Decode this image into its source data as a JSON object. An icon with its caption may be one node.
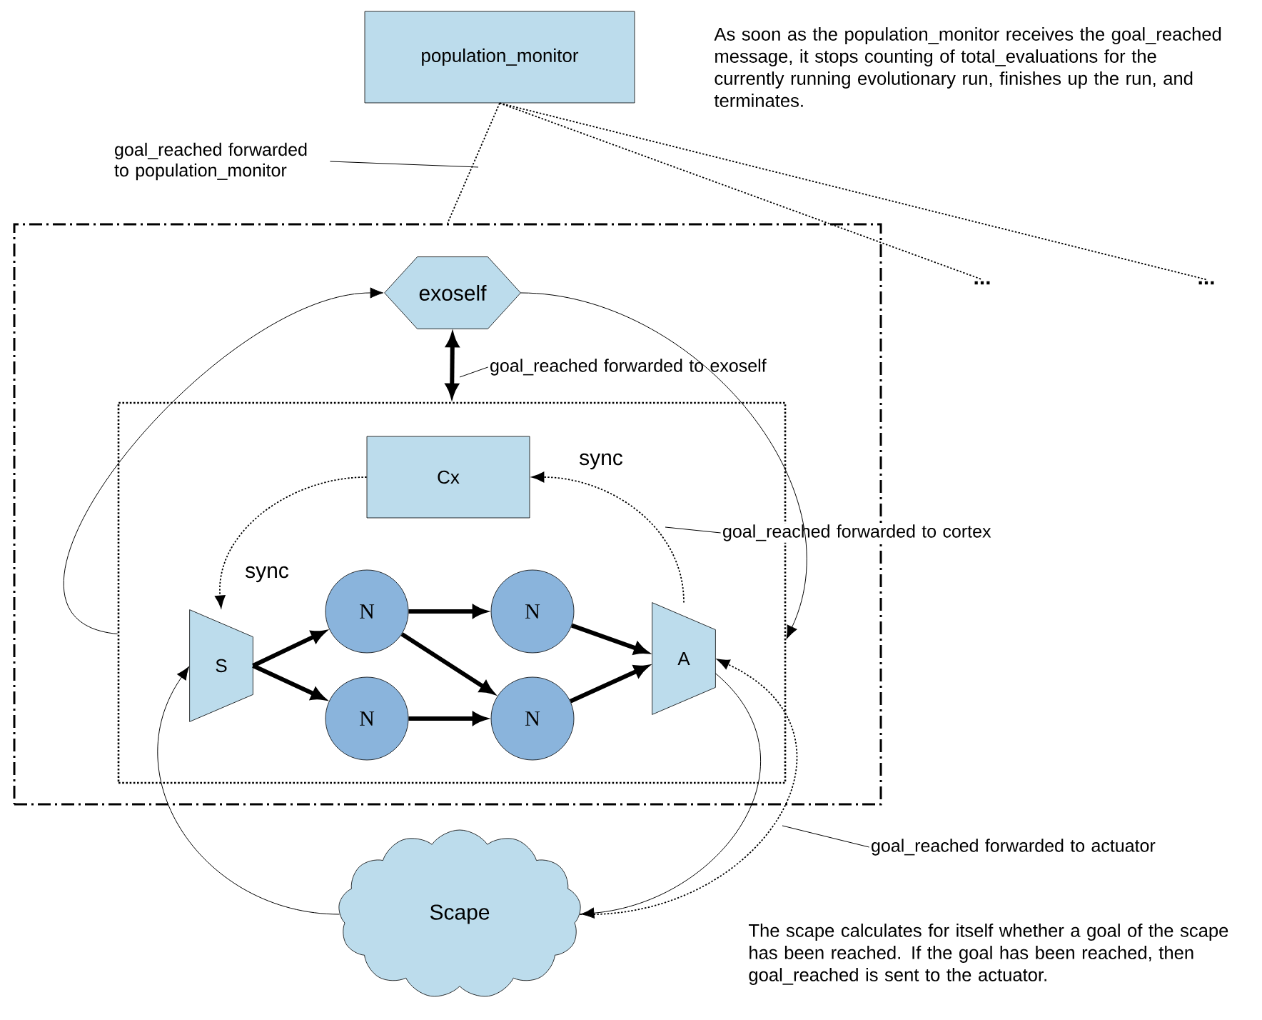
{
  "diagram": {
    "nodes": [
      {
        "text": [
          "population_monitor"
        ]
      },
      {
        "text": [],
        "shape": "box"
      },
      {
        "text": [
          "exoself"
        ],
        "in": 1
      },
      {
        "text": [],
        "shape": "box",
        "in": 1
      },
      {
        "text": [
          "Cx"
        ],
        "in": 3
      },
      {
        "text": [
          "S"
        ],
        "in": 3
      },
      {
        "text": [
          "N"
        ],
        "in": 3
      },
      {
        "text": [
          "N"
        ],
        "in": 3
      },
      {
        "text": [
          "N"
        ],
        "in": 3
      },
      {
        "text": [
          "N"
        ],
        "in": 3
      },
      {
        "text": [
          "A"
        ],
        "in": 3
      },
      {
        "text": [
          "Scape"
        ]
      },
      {
        "text": [
          "..."
        ]
      },
      {
        "text": [
          "..."
        ]
      },
      {
        "text": [
          "goal_reached forwarded to population_monitor"
        ]
      },
      {
        "text": [
          "goal_reached forwarded to exoself"
        ],
        "in": 1
      },
      {
        "text": [
          "goal_reached forwarded to cortex"
        ]
      },
      {
        "text": [
          "goal_reached forwarded to actuator"
        ]
      }
    ],
    "edges": [
      {
        "from": 0,
        "to": 1,
        "arrow": "none",
        "style": "dashed"
      },
      {
        "from": 0,
        "to": 12,
        "arrow": "none",
        "style": "dashed"
      },
      {
        "from": 0,
        "to": 13,
        "arrow": "none",
        "style": "dashed"
      },
      {
        "from": 3,
        "to": 2,
        "arrow": "to"
      },
      {
        "from": 2,
        "to": 3,
        "arrow": "to"
      },
      {
        "from": 2,
        "to": 3,
        "arrow": "both",
        "style": "thick"
      },
      {
        "from": 4,
        "to": 5,
        "arrow": "to",
        "style": "dashed",
        "label": "sync"
      },
      {
        "from": 10,
        "to": 4,
        "arrow": "to",
        "style": "dashed",
        "label": "sync"
      },
      {
        "from": 5,
        "to": 6,
        "arrow": "to",
        "style": "thick"
      },
      {
        "from": 5,
        "to": 7,
        "arrow": "to",
        "style": "thick"
      },
      {
        "from": 6,
        "to": 8,
        "arrow": "to",
        "style": "thick"
      },
      {
        "from": 6,
        "to": 9,
        "arrow": "to",
        "style": "thick"
      },
      {
        "from": 7,
        "to": 9,
        "arrow": "to",
        "style": "thick"
      },
      {
        "from": 8,
        "to": 10,
        "arrow": "to",
        "style": "thick"
      },
      {
        "from": 9,
        "to": 10,
        "arrow": "to",
        "style": "thick"
      },
      {
        "from": 11,
        "to": 5,
        "arrow": "to"
      },
      {
        "from": 10,
        "to": 11,
        "arrow": "to"
      },
      {
        "from": 11,
        "to": 10,
        "arrow": "to",
        "style": "dashed"
      },
      {
        "from": 14,
        "to": null,
        "arrow": "none"
      },
      {
        "from": 15,
        "to": null,
        "arrow": "none"
      },
      {
        "from": 16,
        "to": null,
        "arrow": "none"
      },
      {
        "from": 17,
        "to": null,
        "arrow": "none"
      }
    ],
    "labels": [
      "As soon as the population_monitor receives the goal_reached message, it stops counting of total_evaluations for the currently running evolutionary run, finishes up the run, and terminates.",
      "The scape calculates for itself whether a goal of the scape has been reached. If the goal has been reached, then goal_reached is sent to the actuator."
    ]
  }
}
